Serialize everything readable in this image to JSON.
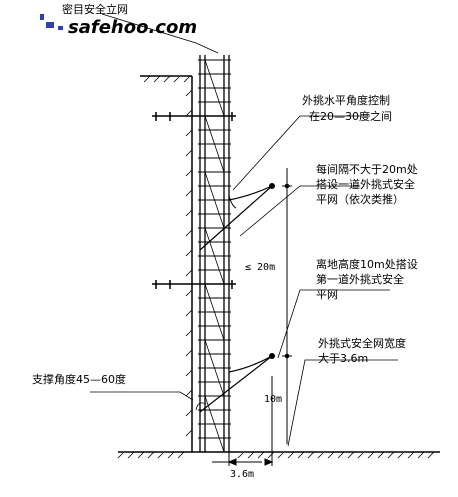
{
  "watermark": {
    "brand": "safehoo.com",
    "color": "#2f3fb0"
  },
  "labels": {
    "top_net": "密目安全立网",
    "horizontal_angle_line1": "外挑水平角度控制",
    "horizontal_angle_line2": "在20—30度之间",
    "interval_line1": "每间隔不大于20m处",
    "interval_line2": "搭设一道外挑式安全",
    "interval_line3": "平网（依次类推）",
    "first_line1": "离地高度10m处搭设",
    "first_line2": "第一道外挑式安全",
    "first_line3": "平网",
    "width_line1": "外挑式安全网宽度",
    "width_line2": "大于3.6m",
    "support_angle": "支撑角度45—60度"
  },
  "dimensions": {
    "upper_height": "≤ 20m",
    "lower_height": "10m",
    "net_width": "3.6m"
  },
  "colors": {
    "line": "#000000",
    "background": "#ffffff"
  }
}
